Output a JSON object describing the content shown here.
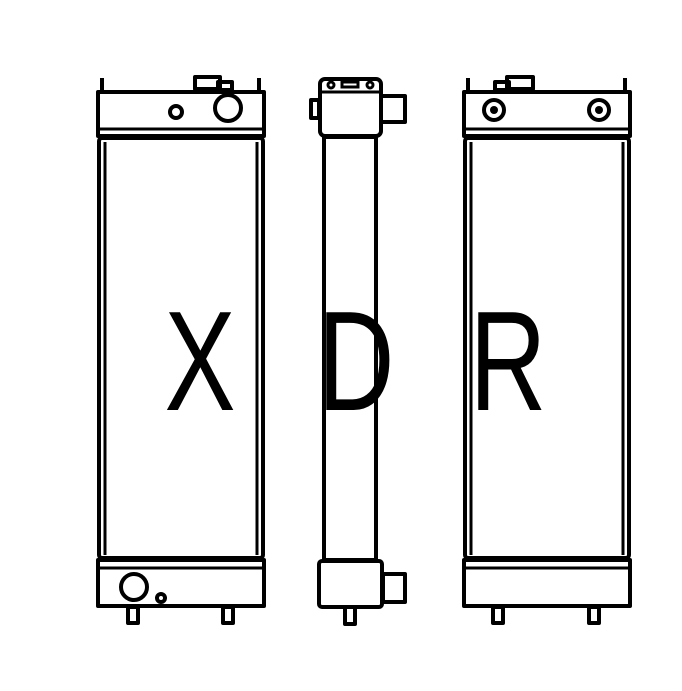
{
  "drawing": {
    "letters": [
      "X",
      "D",
      "R"
    ],
    "line_color": "#000000",
    "background": "#ffffff",
    "views": [
      "front-view",
      "side-view",
      "rear-view"
    ]
  }
}
